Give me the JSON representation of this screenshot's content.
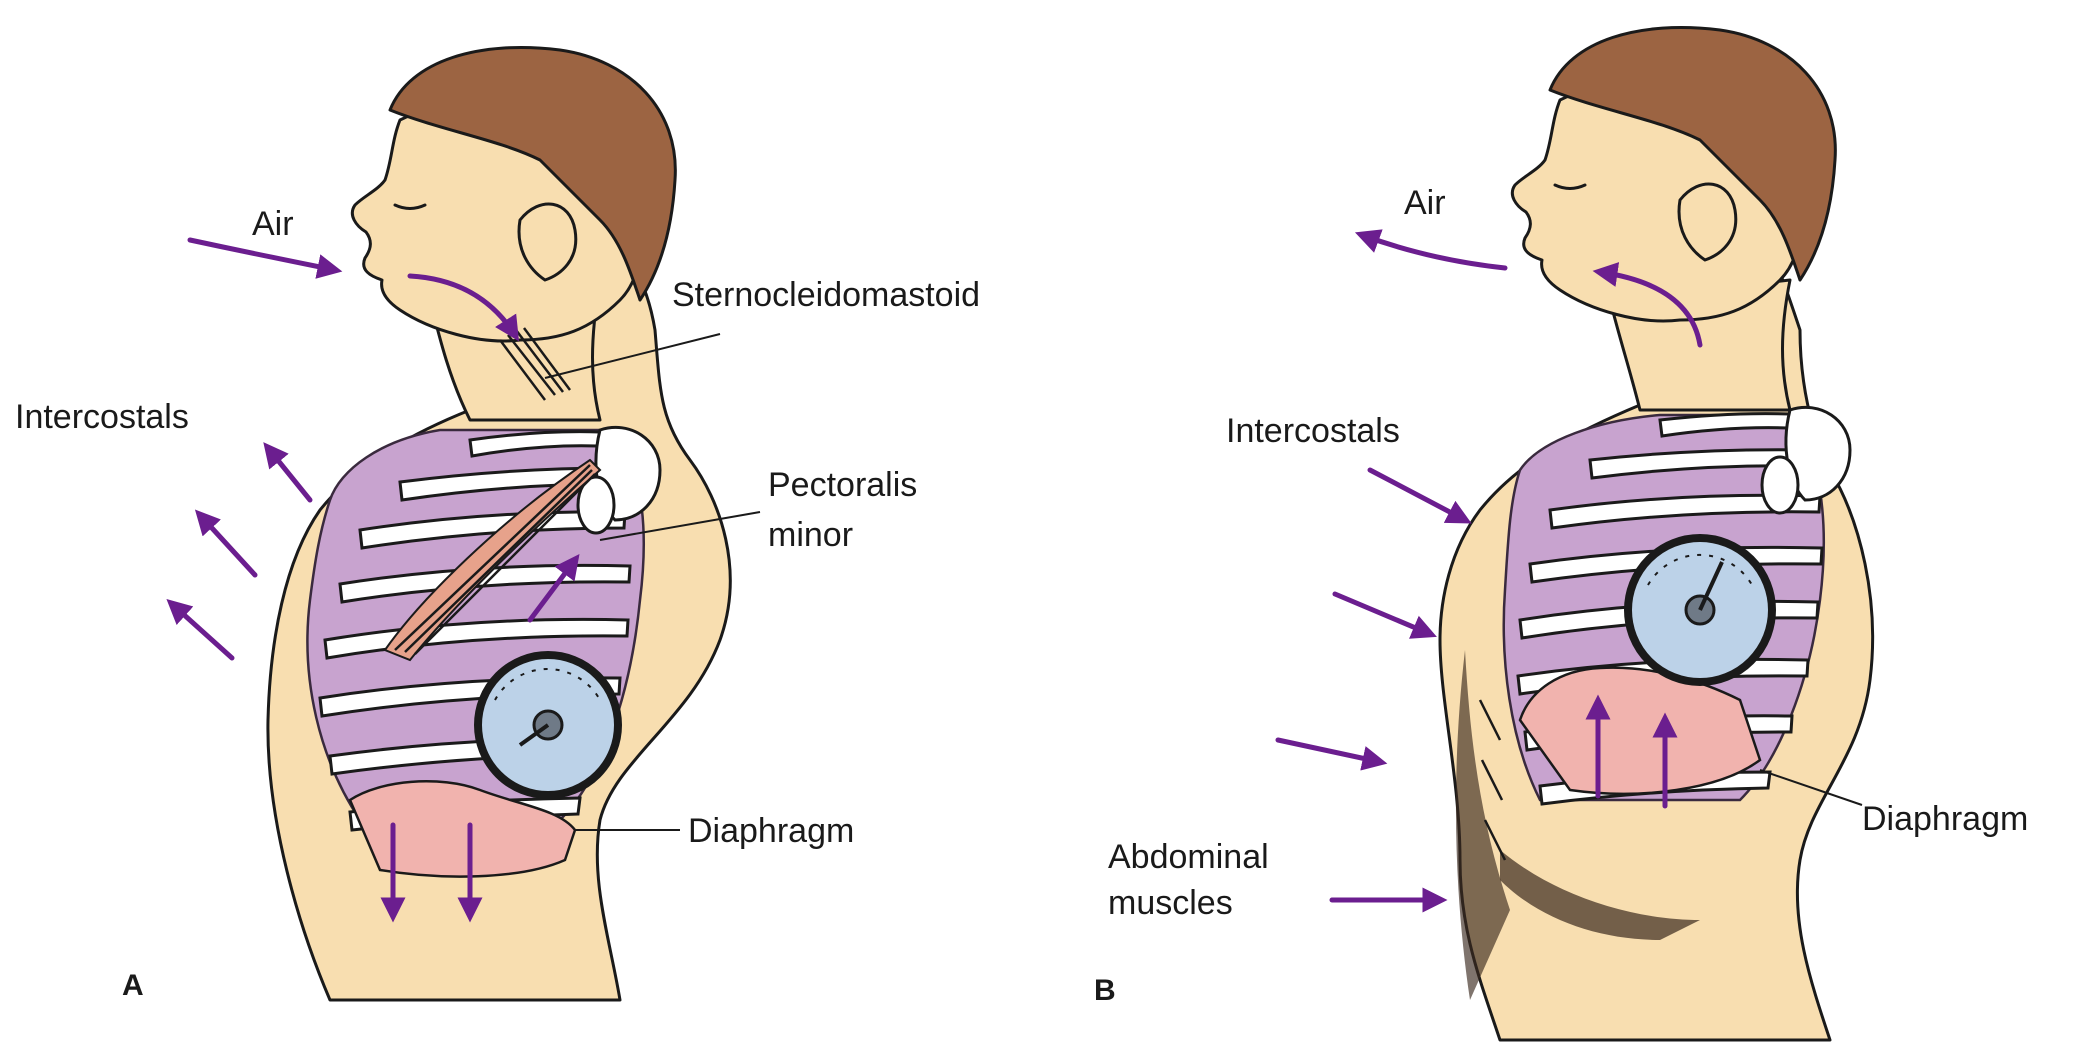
{
  "panel_a": {
    "letter": "A",
    "labels": {
      "air": "Air",
      "sternocleidomastoid": "Sternocleidomastoid",
      "intercostals": "Intercostals",
      "pectoralis_line1": "Pectoralis",
      "pectoralis_line2": "minor",
      "diaphragm": "Diaphragm"
    }
  },
  "panel_b": {
    "letter": "B",
    "labels": {
      "air": "Air",
      "intercostals": "Intercostals",
      "diaphragm": "Diaphragm",
      "abdominal_line1": "Abdominal",
      "abdominal_line2": "muscles"
    }
  },
  "colors": {
    "arrow": "#6b1e8f",
    "skin": "#f8deb0",
    "hair": "#9c6442",
    "lung": "#c8a3cf",
    "diaphragm": "#f1b3ae",
    "gauge": "#bcd2e8"
  },
  "icons": {
    "pressure_gauge": "pressure-gauge-icon"
  }
}
